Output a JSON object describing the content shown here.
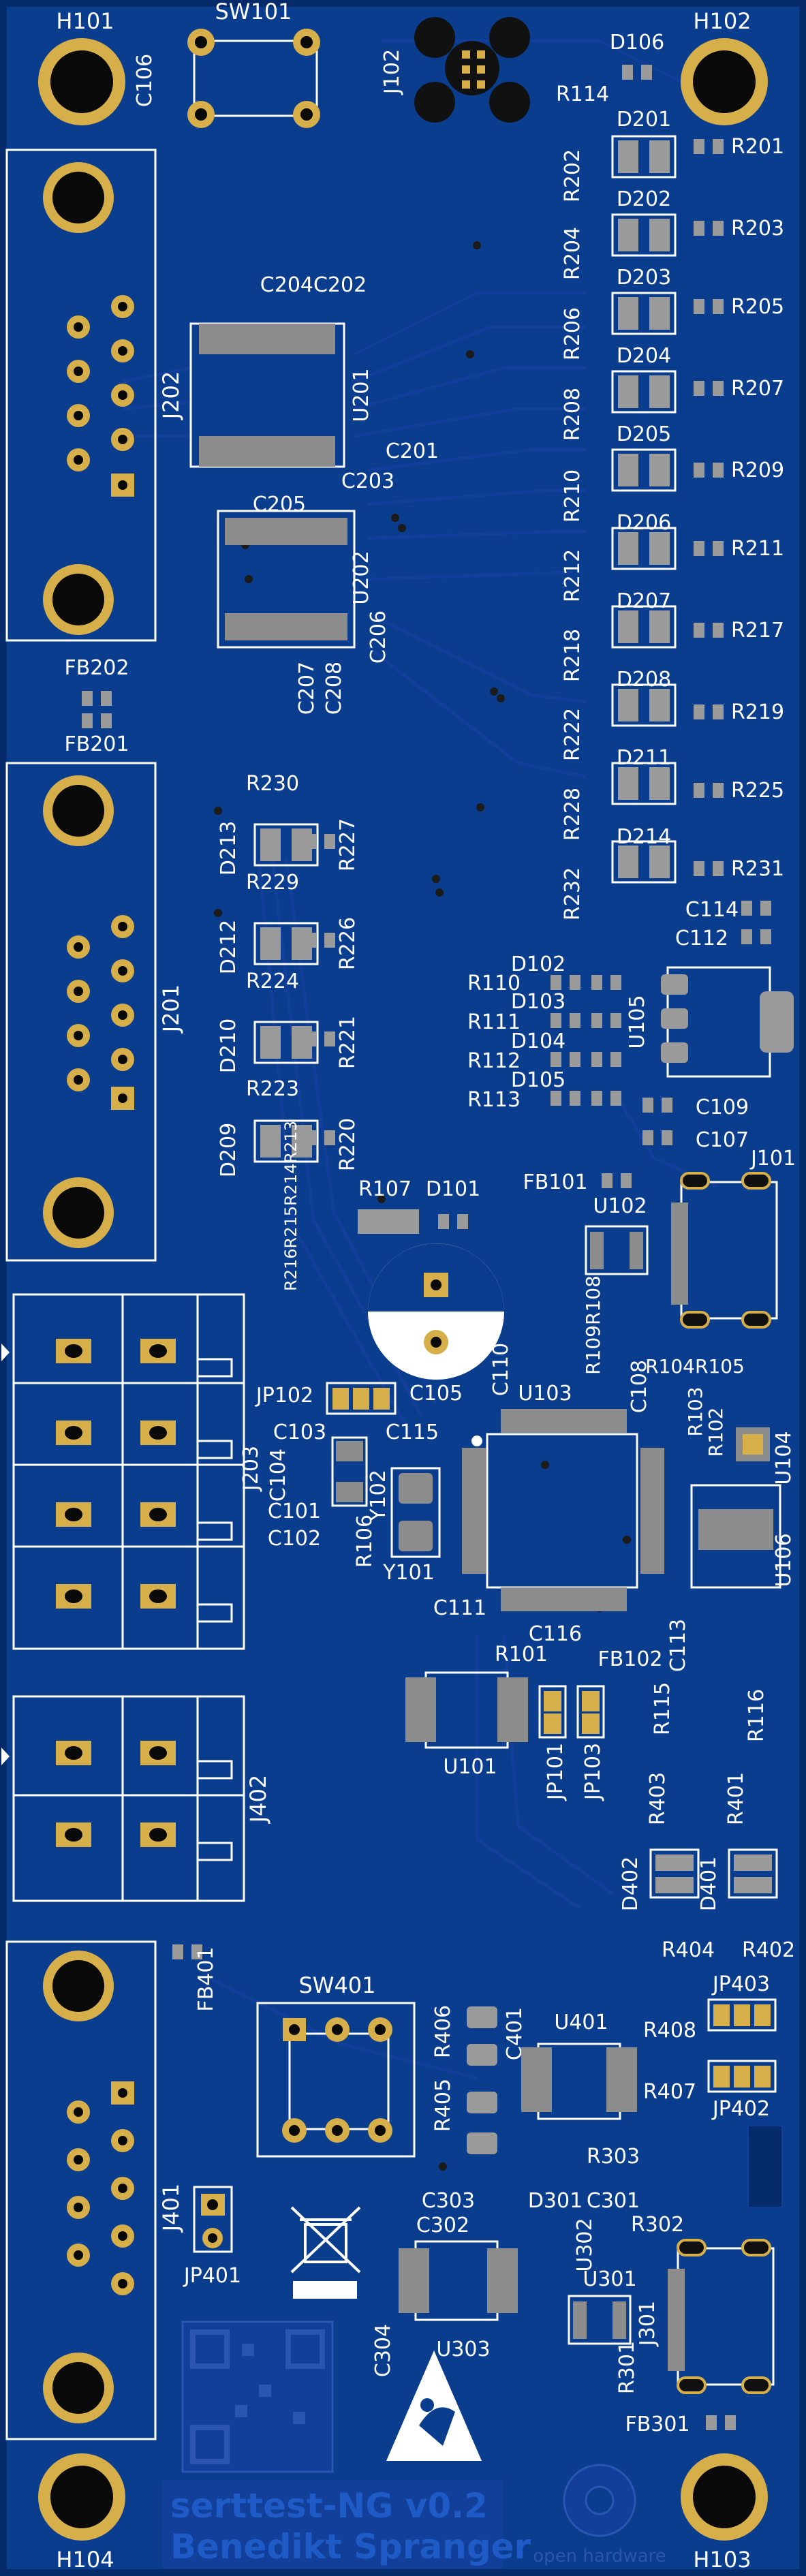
{
  "board": {
    "title": "serttest-NG v0.2",
    "author": "Benedikt Spranger",
    "oshw_label": "open hardware",
    "copper_color": "#0b3d8e",
    "copper_dark": "#062b6b",
    "silk_color": "#ffffff",
    "pad_color": "#d6ae4a",
    "ic_color": "#8c8c8c"
  },
  "icons": [
    "mounting-hole-icon",
    "weee-bin-icon",
    "esd-warning-icon",
    "oshw-gear-icon",
    "qr-code-icon"
  ],
  "labels": {
    "H101": "H101",
    "H102": "H102",
    "H103": "H103",
    "H104": "H104",
    "SW101": "SW101",
    "SW401": "SW401",
    "C106": "C106",
    "J102": "J102",
    "D106": "D106",
    "R114": "R114",
    "D201": "D201",
    "D202": "D202",
    "D203": "D203",
    "D204": "D204",
    "D205": "D205",
    "D206": "D206",
    "D207": "D207",
    "D208": "D208",
    "D211": "D211",
    "D214": "D214",
    "R201": "R201",
    "R202": "R202",
    "R203": "R203",
    "R204": "R204",
    "R205": "R205",
    "R206": "R206",
    "R207": "R207",
    "R208": "R208",
    "R209": "R209",
    "R210": "R210",
    "R211": "R211",
    "R212": "R212",
    "R217": "R217",
    "R218": "R218",
    "R219": "R219",
    "R222": "R222",
    "R225": "R225",
    "R228": "R228",
    "R231": "R231",
    "R232": "R232",
    "C204C202": "C204C202",
    "J202": "J202",
    "U201": "U201",
    "C201": "C201",
    "C203": "C203",
    "C205": "C205",
    "U202": "U202",
    "C206": "C206",
    "C207": "C207",
    "C208": "C208",
    "FB202": "FB202",
    "FB201": "FB201",
    "J201": "J201",
    "R230": "R230",
    "D213": "D213",
    "R227": "R227",
    "R229": "R229",
    "D212": "D212",
    "R226": "R226",
    "R224": "R224",
    "D210": "D210",
    "R221": "R221",
    "R223": "R223",
    "D209": "D209",
    "R220": "R220",
    "R216R215R214R213": "R216R215R214R213",
    "D102": "D102",
    "D103": "D103",
    "D104": "D104",
    "D105": "D105",
    "R110": "R110",
    "R111": "R111",
    "R112": "R112",
    "R113": "R113",
    "C114": "C114",
    "C112": "C112",
    "U105": "U105",
    "C109": "C109",
    "C107": "C107",
    "FB101": "FB101",
    "J101": "J101",
    "U102": "U102",
    "R107": "R107",
    "D101": "D101",
    "R109R108": "R109R108",
    "R104R105": "R104R105",
    "JP102": "JP102",
    "C105": "C105",
    "C110": "C110",
    "U103": "U103",
    "C108": "C108",
    "R103": "R103",
    "R102": "R102",
    "U104": "U104",
    "C103": "C103",
    "C115": "C115",
    "J203": "J203",
    "C104": "C104",
    "Y102": "Y102",
    "C101": "C101",
    "C102": "C102",
    "R106": "R106",
    "Y101": "Y101",
    "C111": "C111",
    "C116": "C116",
    "C113": "C113",
    "U106": "U106",
    "R101": "R101",
    "FB102": "FB102",
    "R115": "R115",
    "R116": "R116",
    "U101": "U101",
    "JP101": "JP101",
    "JP103": "JP103",
    "J402": "J402",
    "R403": "R403",
    "R401": "R401",
    "D402": "D402",
    "D401": "D401",
    "R404": "R404",
    "R402": "R402",
    "FB401": "FB401",
    "R406": "R406",
    "C401": "C401",
    "U401": "U401",
    "R408": "R408",
    "JP403": "JP403",
    "R405": "R405",
    "R407": "R407",
    "JP402": "JP402",
    "J401": "J401",
    "JP401": "JP401",
    "R303": "R303",
    "C303": "C303",
    "D301": "D301",
    "C301": "C301",
    "C302": "C302",
    "U302": "U302",
    "R302": "R302",
    "U301": "U301",
    "C304": "C304",
    "U303": "U303",
    "J301": "J301",
    "R301": "R301",
    "FB301": "FB301"
  }
}
